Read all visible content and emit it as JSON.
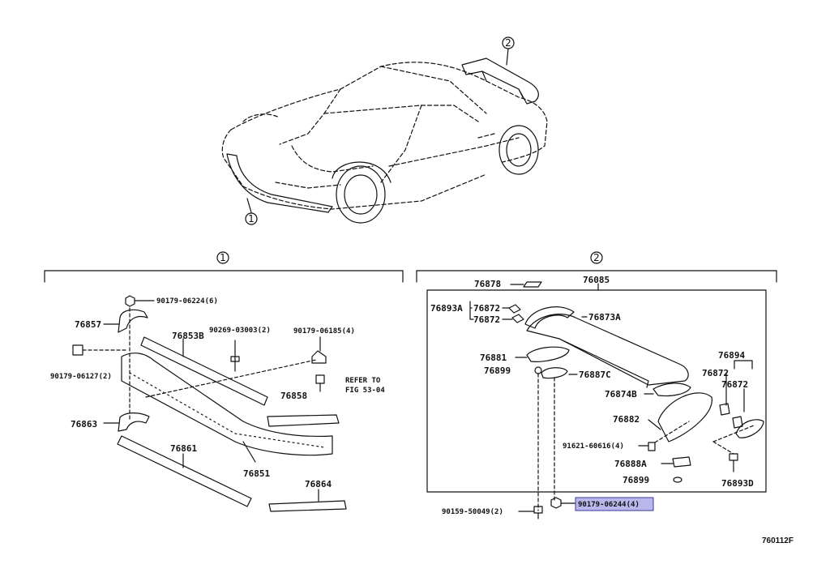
{
  "colors": {
    "line": "#111111",
    "highlight_fill": "#b8b8ec",
    "highlight_border": "#3a3a9a",
    "watermark": "#e6e6e6"
  },
  "callouts": {
    "c1": "1",
    "c2": "2"
  },
  "section1": {
    "marker": "1"
  },
  "section2": {
    "marker": "2",
    "assembly_no": "76085"
  },
  "parts": {
    "p90179_06224": "90179-06224(6)",
    "p76857": "76857",
    "p76853B": "76853B",
    "p90269_03003": "90269-03003(2)",
    "p90179_06185": "90179-06185(4)",
    "p90179_06127": "90179-06127(2)",
    "refer1": "REFER TO",
    "refer2": "FIG 53-04",
    "p76858": "76858",
    "p76863": "76863",
    "p76861": "76861",
    "p76851": "76851",
    "p76864": "76864",
    "p76878": "76878",
    "p76893A": "76893A",
    "p76872a": "76872",
    "p76872b": "76872",
    "p76873A": "76873A",
    "p76881": "76881",
    "p76899a": "76899",
    "p76887C": "76887C",
    "p76894": "76894",
    "p76872c": "76872",
    "p76872d": "76872",
    "p76874B": "76874B",
    "p76882": "76882",
    "p91621": "91621-60616(4)",
    "p76888A": "76888A",
    "p76899b": "76899",
    "p76893D": "76893D",
    "p90159": "90159-50049(2)",
    "p90179_06244": "90179-06244(4)"
  },
  "figure_code": "760112F"
}
